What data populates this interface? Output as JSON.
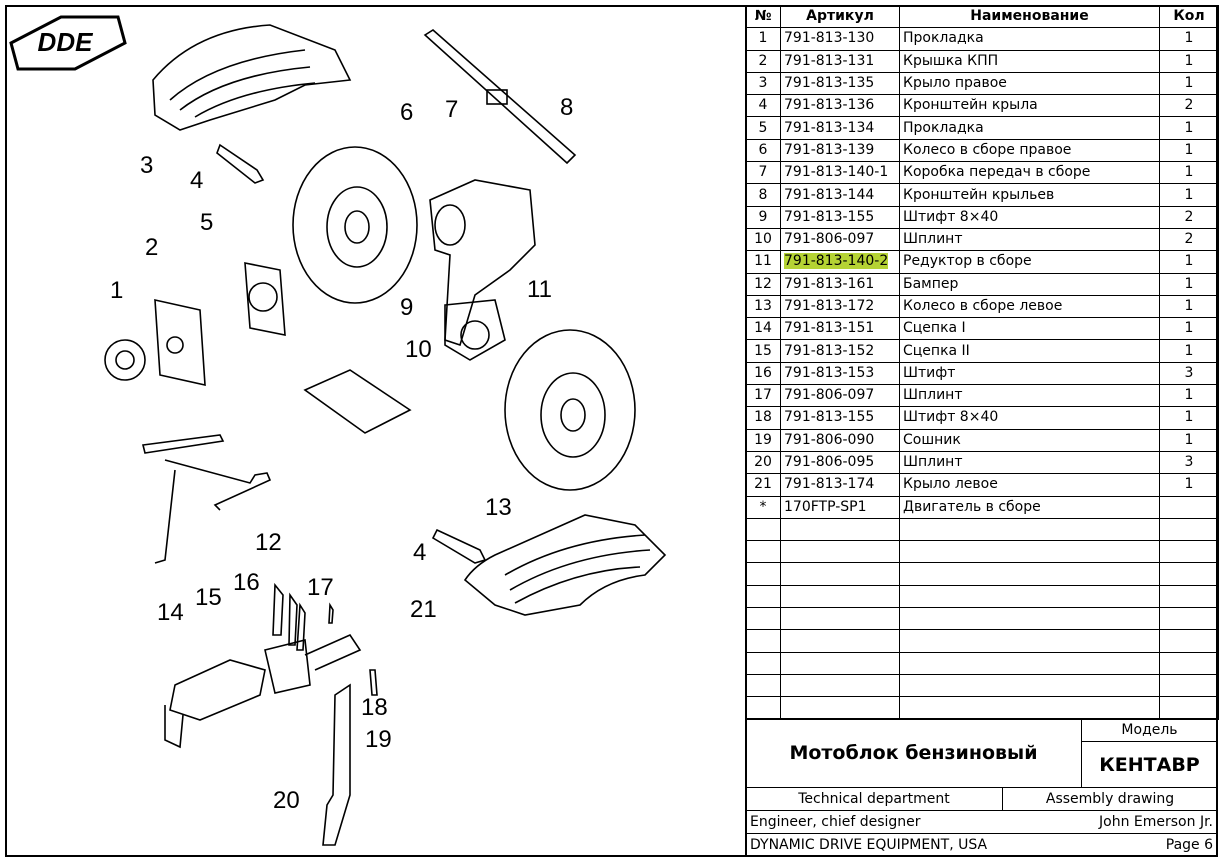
{
  "logo": "DDE",
  "table": {
    "headers": [
      "№",
      "Артикул",
      "Наименование",
      "Кол"
    ],
    "rows": [
      [
        "1",
        "791-813-130",
        "Прокладка",
        "1"
      ],
      [
        "2",
        "791-813-131",
        "Крышка КПП",
        "1"
      ],
      [
        "3",
        "791-813-135",
        "Крыло правое",
        "1"
      ],
      [
        "4",
        "791-813-136",
        "Кронштейн крыла",
        "2"
      ],
      [
        "5",
        "791-813-134",
        "Прокладка",
        "1"
      ],
      [
        "6",
        "791-813-139",
        "Колесо в сборе правое",
        "1"
      ],
      [
        "7",
        "791-813-140-1",
        "Коробка передач в сборе",
        "1"
      ],
      [
        "8",
        "791-813-144",
        "Кронштейн крыльев",
        "1"
      ],
      [
        "9",
        "791-813-155",
        "Штифт 8×40",
        "2"
      ],
      [
        "10",
        "791-806-097",
        "Шплинт",
        "2"
      ],
      [
        "11",
        "791-813-140-2",
        "Редуктор в сборе",
        "1"
      ],
      [
        "12",
        "791-813-161",
        "Бампер",
        "1"
      ],
      [
        "13",
        "791-813-172",
        "Колесо в сборе левое",
        "1"
      ],
      [
        "14",
        "791-813-151",
        "Сцепка I",
        "1"
      ],
      [
        "15",
        "791-813-152",
        "Сцепка II",
        "1"
      ],
      [
        "16",
        "791-813-153",
        "Штифт",
        "3"
      ],
      [
        "17",
        "791-806-097",
        "Шплинт",
        "1"
      ],
      [
        "18",
        "791-813-155",
        "Штифт 8×40",
        "1"
      ],
      [
        "19",
        "791-806-090",
        "Сошник",
        "1"
      ],
      [
        "20",
        "791-806-095",
        "Шплинт",
        "3"
      ],
      [
        "21",
        "791-813-174",
        "Крыло левое",
        "1"
      ],
      [
        "*",
        "170FTP-SP1",
        "Двигатель в сборе",
        ""
      ]
    ],
    "empty_rows": 9,
    "highlight_row": 10,
    "highlight_color": "#b5d334"
  },
  "title_block": {
    "product": "Мотоблок бензиновый",
    "model_label": "Модель",
    "model": "КЕНТАВР",
    "department": "Technical department",
    "doc_type": "Assembly drawing",
    "role": "Engineer, chief designer",
    "person": "John Emerson Jr.",
    "company": "DYNAMIC DRIVE EQUIPMENT, USA",
    "page": "Page 6"
  },
  "callouts": [
    "1",
    "2",
    "3",
    "4",
    "5",
    "6",
    "7",
    "8",
    "9",
    "10",
    "11",
    "12",
    "13",
    "4",
    "15",
    "16",
    "17",
    "14",
    "18",
    "19",
    "20",
    "21"
  ]
}
